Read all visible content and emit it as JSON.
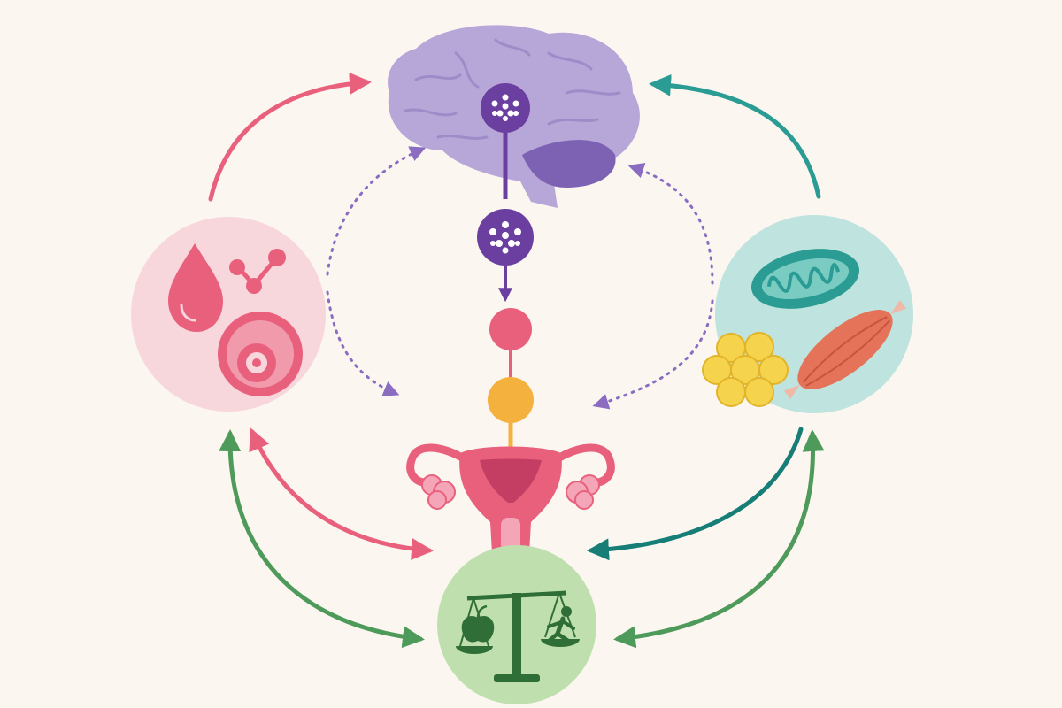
{
  "diagram": {
    "colors": {
      "background": "#FBF6F0",
      "brain": "#B7A6D8",
      "brain_dark": "#7D62B4",
      "purple": "#6A3FA0",
      "pink": "#E9607D",
      "pink_light": "#F8D7DC",
      "orange": "#F4B13E",
      "teal": "#2A9C94",
      "teal_dark": "#167E76",
      "teal_light": "#BFE3DE",
      "green": "#4E9A5A",
      "green_light": "#BFE0AE",
      "green_dark": "#2F6E36",
      "yellow": "#F6D34C"
    },
    "nodes": [
      {
        "id": "brain",
        "icon": "brain-icon"
      },
      {
        "id": "blood-hormones",
        "icon": "blood-drop-molecule-cell-icon"
      },
      {
        "id": "metabolism",
        "icon": "mitochondria-fat-muscle-icon"
      },
      {
        "id": "reproductive",
        "icon": "uterus-ovaries-icon"
      },
      {
        "id": "energy-balance",
        "icon": "balance-scale-apple-runner-icon"
      }
    ],
    "cascade": [
      "purple-signal",
      "purple-signal",
      "pink-signal",
      "orange-signal"
    ]
  }
}
